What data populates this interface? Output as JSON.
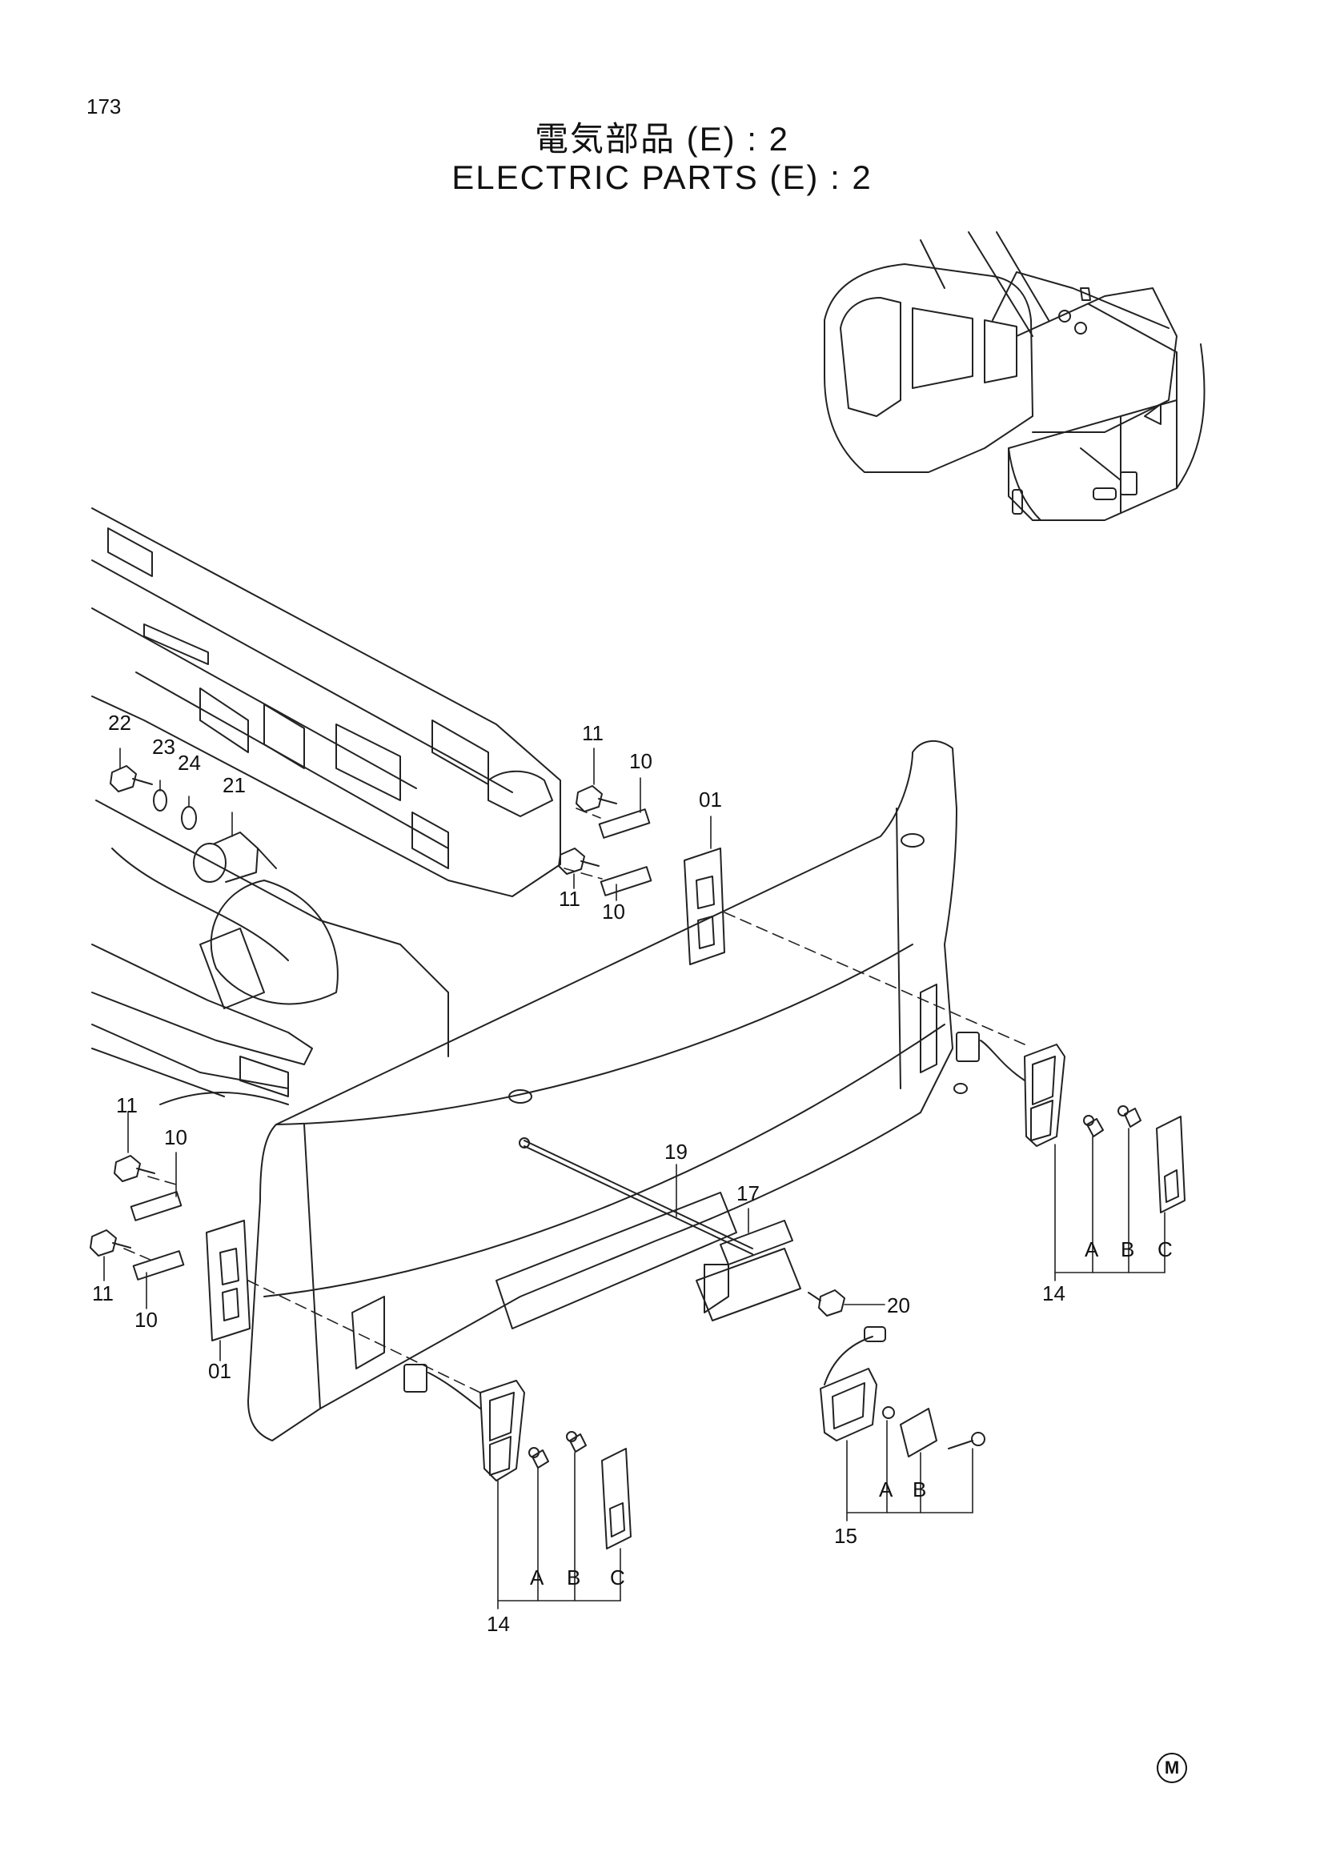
{
  "page": {
    "number": "173"
  },
  "title": {
    "jp": "電気部品 (E) : 2",
    "en": "ELECTRIC PARTS (E) : 2"
  },
  "mark": "M",
  "callouts": {
    "c22": "22",
    "c23": "23",
    "c24": "24",
    "c21": "21",
    "c11a": "11",
    "c10a": "10",
    "c01a": "01",
    "c11b": "11",
    "c10b": "10",
    "c11c": "11",
    "c10c": "10",
    "c11d": "11",
    "c10d": "10",
    "c01b": "01",
    "c19": "19",
    "c17": "17",
    "c20": "20",
    "c14r": "14",
    "c14l": "14",
    "c15": "15",
    "rA": "A",
    "rB": "B",
    "rC": "C",
    "lA": "A",
    "lB": "B",
    "lC": "C",
    "mA": "A",
    "mB": "B"
  }
}
